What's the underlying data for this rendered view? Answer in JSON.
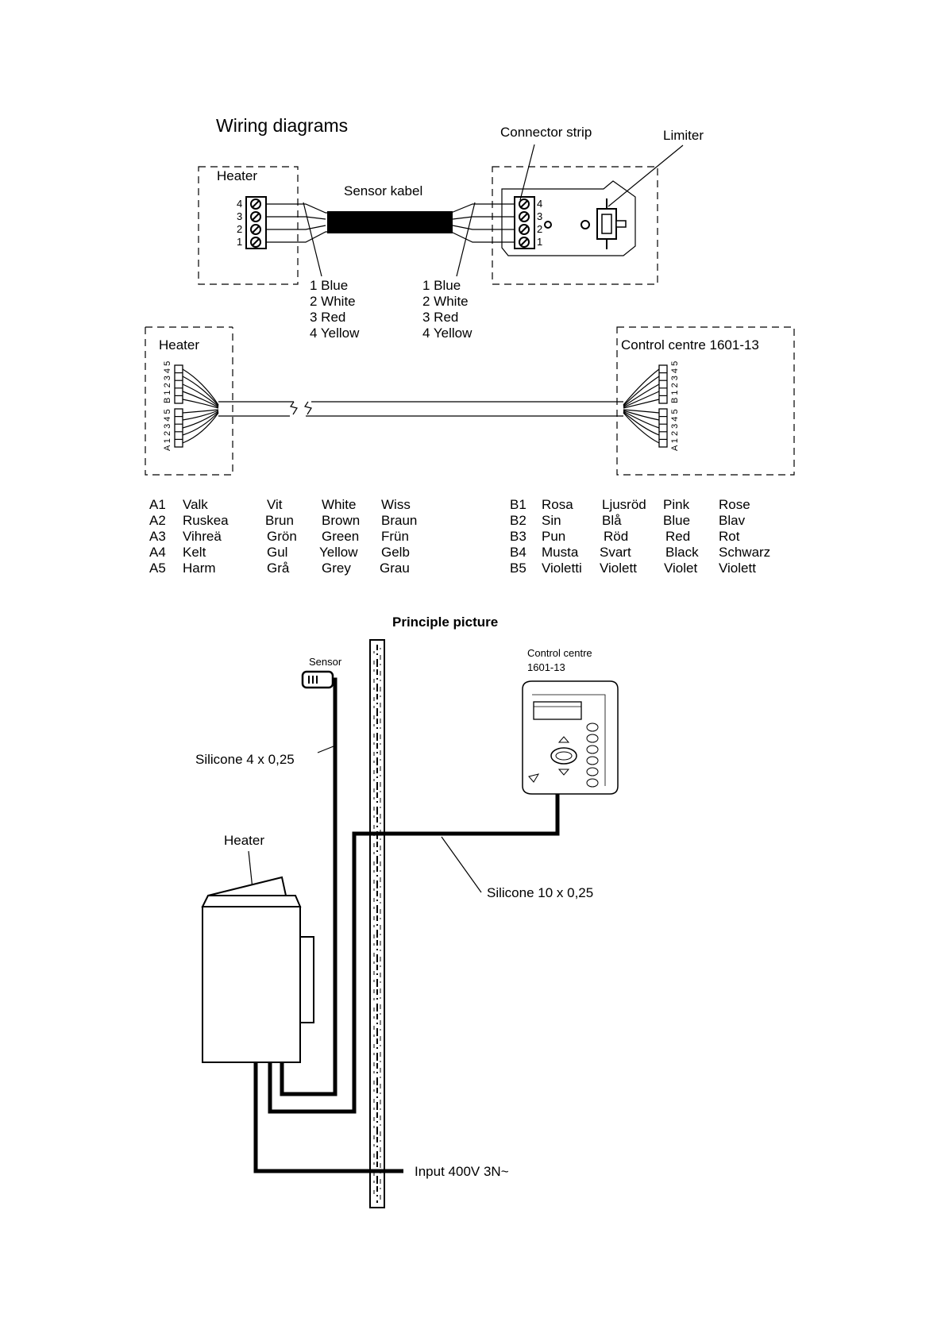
{
  "diagram": {
    "title": "Wiring diagrams",
    "top": {
      "heater_label": "Heater",
      "sensor_cable_label": "Sensor kabel",
      "connector_strip_label": "Connector strip",
      "limiter_label": "Limiter",
      "pin_numbers": [
        "4",
        "3",
        "2",
        "1"
      ],
      "left_colors": [
        "1  Blue",
        "2  White",
        "3  Red",
        "4  Yellow"
      ],
      "right_colors": [
        "1  Blue",
        "2  White",
        "3  Red",
        "4  Yellow"
      ]
    },
    "middle": {
      "heater_label": "Heater",
      "control_label": "Control centre 1601-13",
      "heater_b_pins": "B 1 2 3 4 5",
      "heater_a_pins": "A 1 2 3 4 5",
      "control_b_pins": "B 1 2 3 4 5",
      "control_a_pins": "A 1 2 3 4 5"
    },
    "color_table_a": [
      [
        "A1",
        "Valk",
        "Vit",
        "White",
        "Wiss"
      ],
      [
        "A2",
        "Ruskea",
        "Brun",
        "Brown",
        "Braun"
      ],
      [
        "A3",
        "Vihreä",
        "Grön",
        "Green",
        "Frün"
      ],
      [
        "A4",
        "Kelt",
        "Gul",
        "Yellow",
        "Gelb"
      ],
      [
        "A5",
        "Harm",
        "Grå",
        "Grey",
        "Grau"
      ]
    ],
    "color_table_b": [
      [
        "B1",
        "Rosa",
        "Ljusröd",
        "Pink",
        "Rose"
      ],
      [
        "B2",
        "Sin",
        "Blå",
        "Blue",
        "Blav"
      ],
      [
        "B3",
        "Pun",
        "Röd",
        "Red",
        "Rot"
      ],
      [
        "B4",
        "Musta",
        "Svart",
        "Black",
        "Schwarz"
      ],
      [
        "B5",
        "Violetti",
        "Violett",
        "Violet",
        "Violett"
      ]
    ],
    "principle": {
      "title": "Principle picture",
      "sensor_label": "Sensor",
      "control_label_line1": "Control centre",
      "control_label_line2": "1601-13",
      "silicone_4_label": "Silicone 4 x 0,25",
      "silicone_10_label": "Silicone 10 x 0,25",
      "heater_label": "Heater",
      "input_label": "Input  400V 3N~"
    }
  }
}
